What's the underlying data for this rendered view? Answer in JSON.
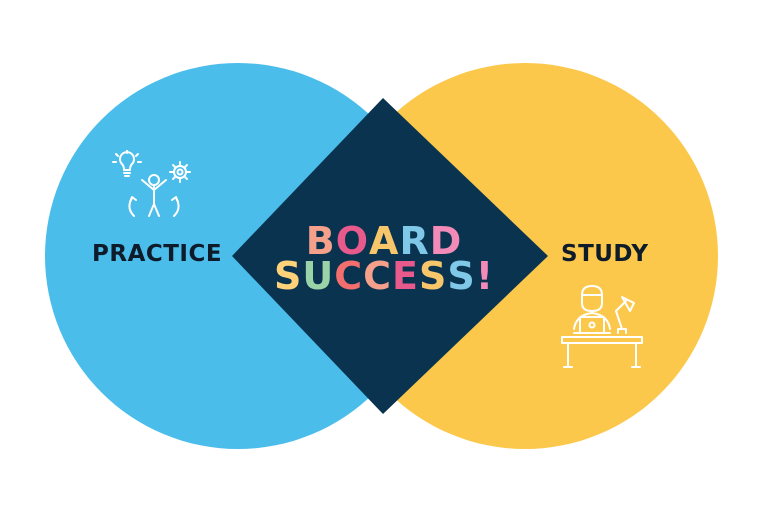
{
  "diagram": {
    "left_circle": {
      "label": "PRACTICE",
      "color": "#4bbdea",
      "icon": "idea-person-gear-icon"
    },
    "right_circle": {
      "label": "STUDY",
      "color": "#fbc84b",
      "icon": "student-desk-lamp-icon"
    },
    "overlap": {
      "color": "#0a3350",
      "line1": "BOARD",
      "line2": "SUCCESS!",
      "letter_colors": [
        "#f4a08a",
        "#e95a8c",
        "#f7c66b",
        "#7fc8e8",
        "#f28bb7",
        "#ffd27a",
        "#9ad3a8",
        "#f46e6e"
      ]
    },
    "label_color": "#0d1b2a",
    "icon_line_color": "#ffffff"
  }
}
